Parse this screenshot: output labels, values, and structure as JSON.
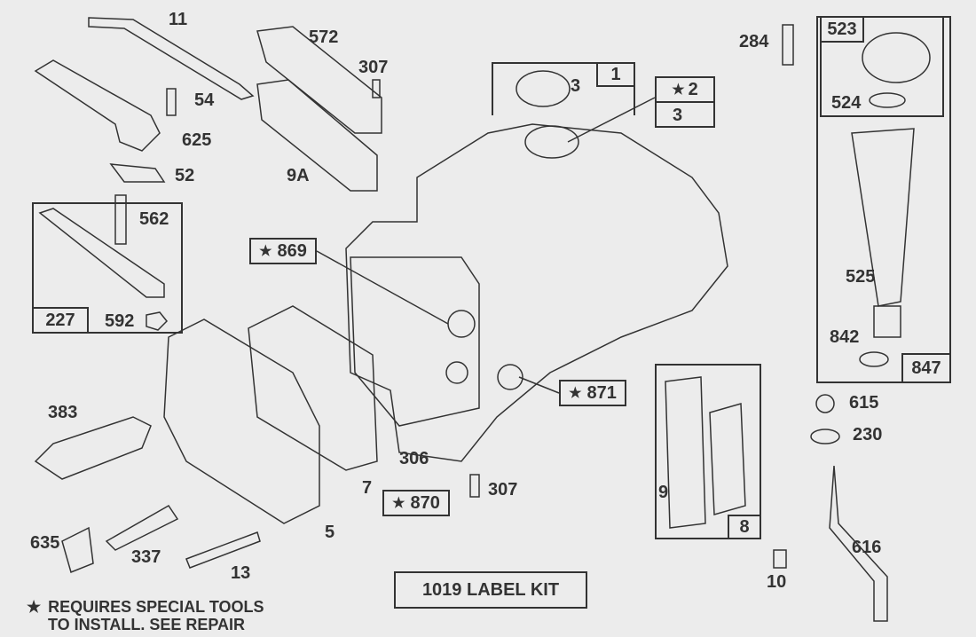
{
  "parts": {
    "p11": "11",
    "p572": "572",
    "p307a": "307",
    "p54": "54",
    "p625": "625",
    "p52": "52",
    "p9a": "9A",
    "p3": "3",
    "p1": "1",
    "p2": "2",
    "p3b": "3",
    "p284": "284",
    "p523": "523",
    "p524": "524",
    "p525": "525",
    "p842": "842",
    "p847": "847",
    "p615": "615",
    "p230": "230",
    "p616": "616",
    "p10": "10",
    "p8": "8",
    "p9": "9",
    "p869": "869",
    "p871": "871",
    "p870": "870",
    "p306": "306",
    "p307b": "307",
    "p7": "7",
    "p5": "5",
    "p383": "383",
    "p635": "635",
    "p337": "337",
    "p13": "13",
    "p227": "227",
    "p562": "562",
    "p592": "592"
  },
  "star": "★",
  "label_kit": "1019 LABEL KIT",
  "note": {
    "line1": "REQUIRES SPECIAL TOOLS",
    "line2": "TO INSTALL.  SEE REPAIR"
  },
  "colors": {
    "ink": "#333333",
    "background": "#ececec"
  }
}
